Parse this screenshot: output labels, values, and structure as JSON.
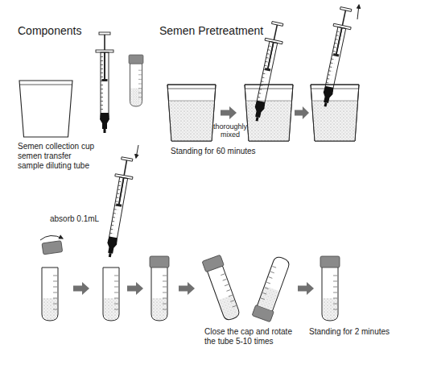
{
  "diagram": {
    "labels": [
      "Components",
      "Semen Pretreatment",
      "Semen collection cup",
      "semen transfer",
      "sample diluting tube",
      "thoroughly mixed",
      "Standing for 60 minutes",
      "absorb 0.1mL",
      "Close the cap and rotate the tube 5-10 times",
      "Standing for 2 minutes"
    ]
  }
}
